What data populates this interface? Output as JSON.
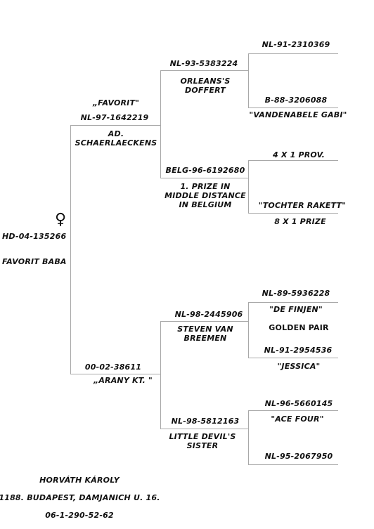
{
  "subject": {
    "sex_symbol": "♀",
    "ring": "HD-04-135266",
    "name": "FAVORIT BABA"
  },
  "sire": {
    "nickname": "„FAVORIT\"",
    "ring": "NL-97-1642219",
    "breeder": "AD.\nSCHAERLAECKENS"
  },
  "sire_sire": {
    "ring": "NL-93-5383224",
    "name": "ORLEANS'S\nDOFFERT"
  },
  "sire_sire_sire": {
    "ring": "NL-91-2310369"
  },
  "sire_sire_dam": {
    "ring": "B-88-3206088",
    "name": "\"VANDENABELE GABI\""
  },
  "sire_dam": {
    "ring": "BELG-96-6192680",
    "achievement": "1. PRIZE IN\nMIDDLE DISTANCE\nIN BELGIUM"
  },
  "sire_dam_sire": {
    "note": "4 X 1 PROV."
  },
  "sire_dam_dam": {
    "name": "\"TOCHTER RAKETT\"",
    "note": "8 X 1 PRIZE"
  },
  "dam": {
    "ring": "00-02-38611",
    "name": "„ARANY KT. \""
  },
  "dam_sire": {
    "ring": "NL-98-2445906",
    "name": "STEVEN VAN\nBREEMEN"
  },
  "dam_sire_sire": {
    "ring": "NL-89-5936228",
    "name": "\"DE FINJEN\"",
    "note": "GOLDEN PAIR"
  },
  "dam_sire_dam": {
    "ring": "NL-91-2954536",
    "name": "\"JESSICA\""
  },
  "dam_dam": {
    "ring": "NL-98-5812163",
    "name": "LITTLE DEVIL'S\nSISTER"
  },
  "dam_dam_sire": {
    "ring": "NL-96-5660145",
    "name": "\"ACE FOUR\""
  },
  "dam_dam_dam": {
    "ring": "NL-95-2067950"
  },
  "owner": {
    "name": "HORVÁTH KÁROLY",
    "address": "1188. BUDAPEST, DAMJANICH U. 16.",
    "phone": "06-1-290-52-62"
  }
}
